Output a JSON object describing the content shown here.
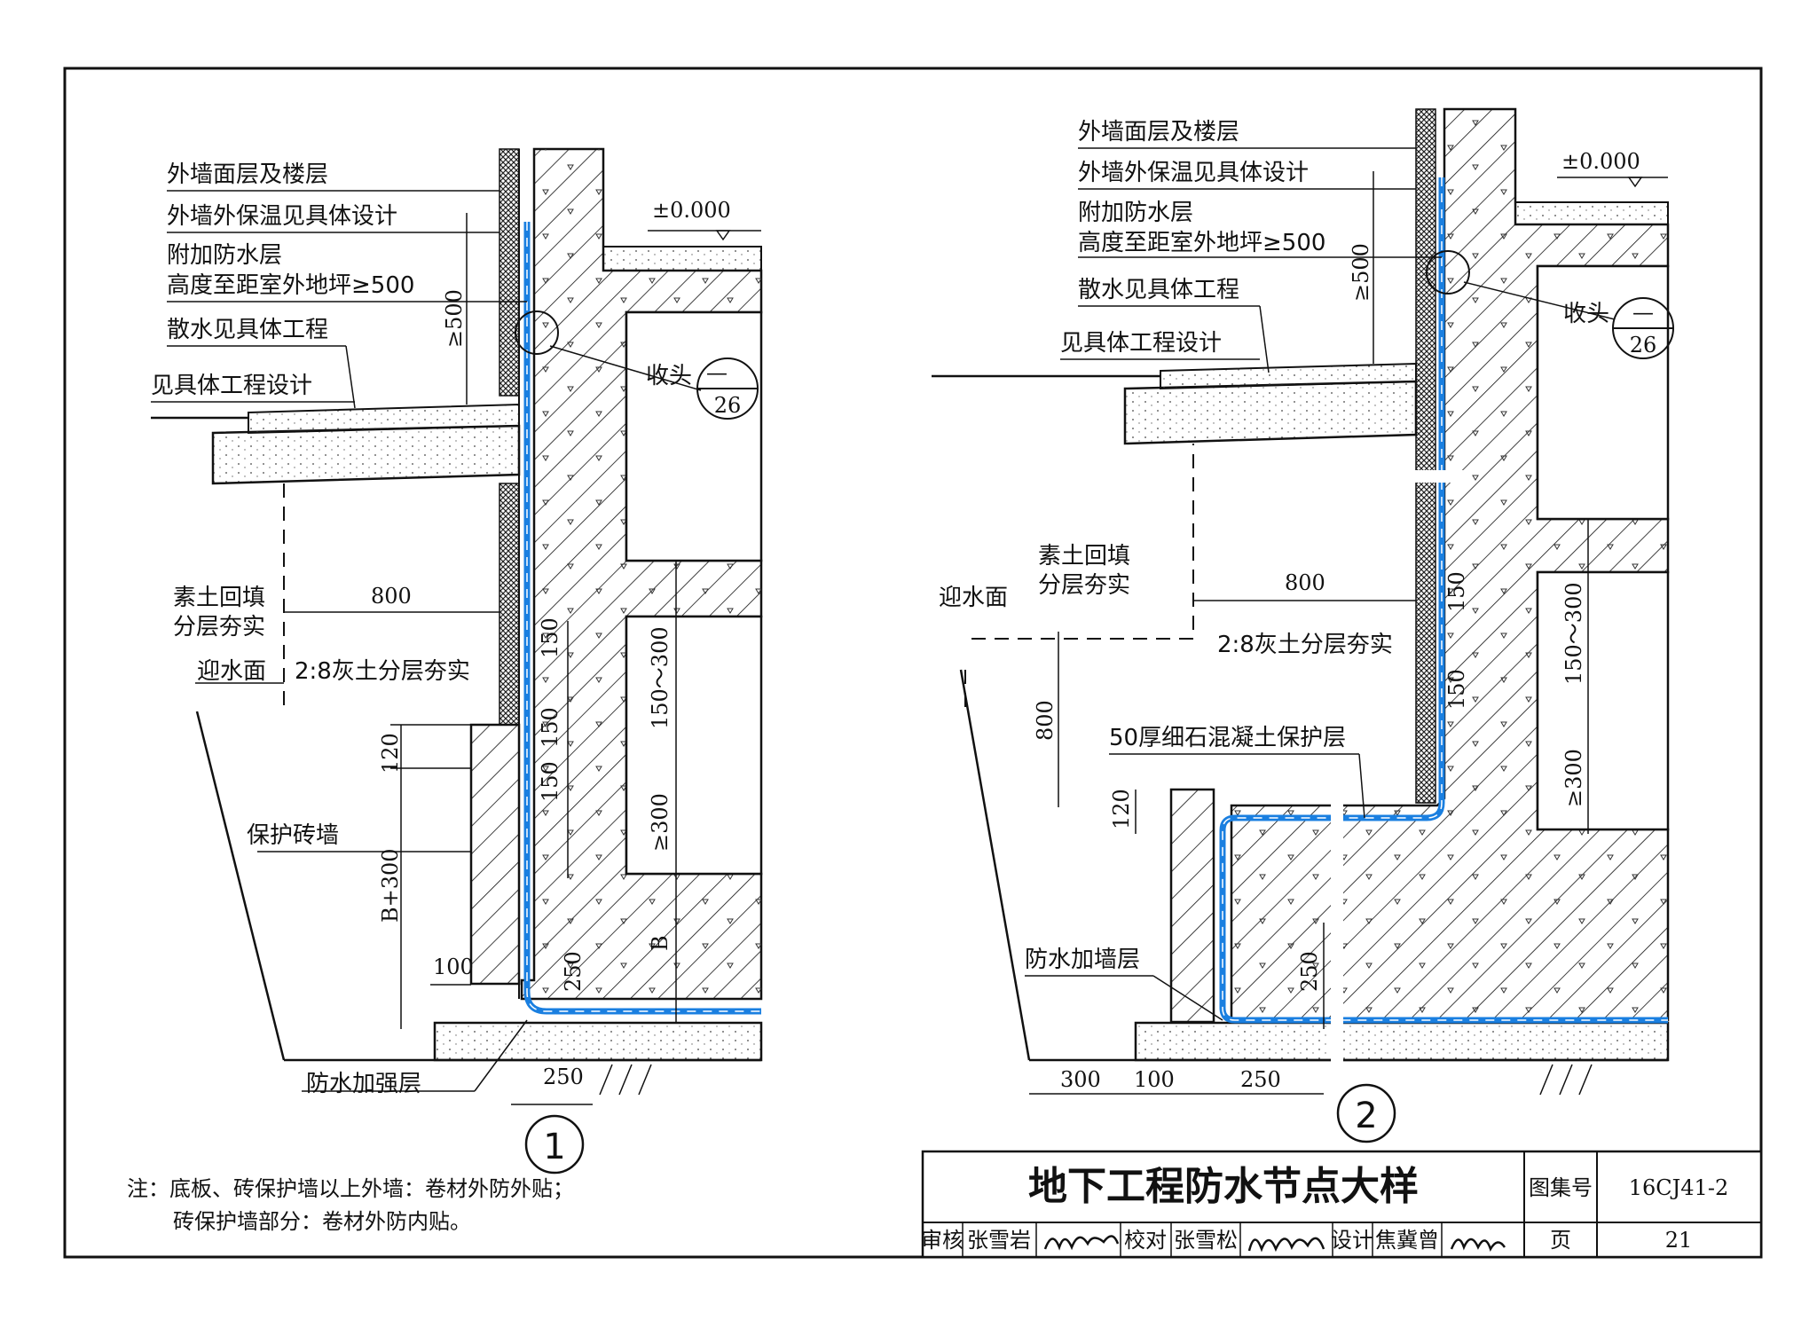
{
  "detail1": {
    "labels": {
      "wall_finish": "外墙面层及楼层",
      "insulation": "外墙外保温见具体设计",
      "extra_layer": "附加防水层",
      "extra_height": "高度至距室外地坪≥500",
      "apron": "散水见具体工程",
      "see_design": "见具体工程设计",
      "backfill_1": "素土回填",
      "backfill_2": "分层夯实",
      "water_face": "迎水面",
      "lime_soil": "2:8灰土分层夯实",
      "brick_wall": "保护砖墙",
      "reinforce": "防水加强层",
      "termination": "收头",
      "elevation": "±0.000"
    },
    "ref": {
      "top": "—",
      "bottom": "26"
    },
    "dims": {
      "ge500": "≥500",
      "d800": "800",
      "d120": "120",
      "bplus300": "B+300",
      "d100": "100",
      "d250": "250",
      "d250b": "250",
      "d150a": "150",
      "d150b": "150",
      "d150c": "150",
      "d150_300": "150～300",
      "ge300": "≥300",
      "b": "B"
    },
    "number": "1"
  },
  "detail2": {
    "labels": {
      "wall_finish": "外墙面层及楼层",
      "insulation": "外墙外保温见具体设计",
      "extra_layer": "附加防水层",
      "extra_height": "高度至距室外地坪≥500",
      "apron": "散水见具体工程",
      "see_design": "见具体工程设计",
      "backfill_1": "素土回填",
      "backfill_2": "分层夯实",
      "water_face": "迎水面",
      "lime_soil": "2:8灰土分层夯实",
      "protect": "50厚细石混凝土保护层",
      "wall_layer": "防水加墙层",
      "termination": "收头",
      "elevation": "±0.000"
    },
    "ref": {
      "top": "—",
      "bottom": "26"
    },
    "dims": {
      "ge500": "≥500",
      "d800": "800",
      "d800v": "800",
      "d120": "120",
      "d300": "300",
      "d100": "100",
      "d250": "250",
      "d250b": "250",
      "d150a": "150",
      "d150b": "150",
      "d150_300": "150～300",
      "ge300": "≥300"
    },
    "number": "2"
  },
  "note": {
    "line1": "注：底板、砖保护墙以上外墙：卷材外防外贴；",
    "line2": "砖保护墙部分：卷材外防内贴。"
  },
  "title_block": {
    "title": "地下工程防水节点大样",
    "atlas_label": "图集号",
    "atlas_no": "16CJ41-2",
    "review_label": "审核",
    "reviewer": "张雪岩",
    "check_label": "校对",
    "checker": "张雪松",
    "design_label": "设计",
    "designer": "焦冀曾",
    "page_label": "页",
    "page_no": "21"
  },
  "colors": {
    "membrane": "#1a7fe0",
    "line": "#111111"
  }
}
